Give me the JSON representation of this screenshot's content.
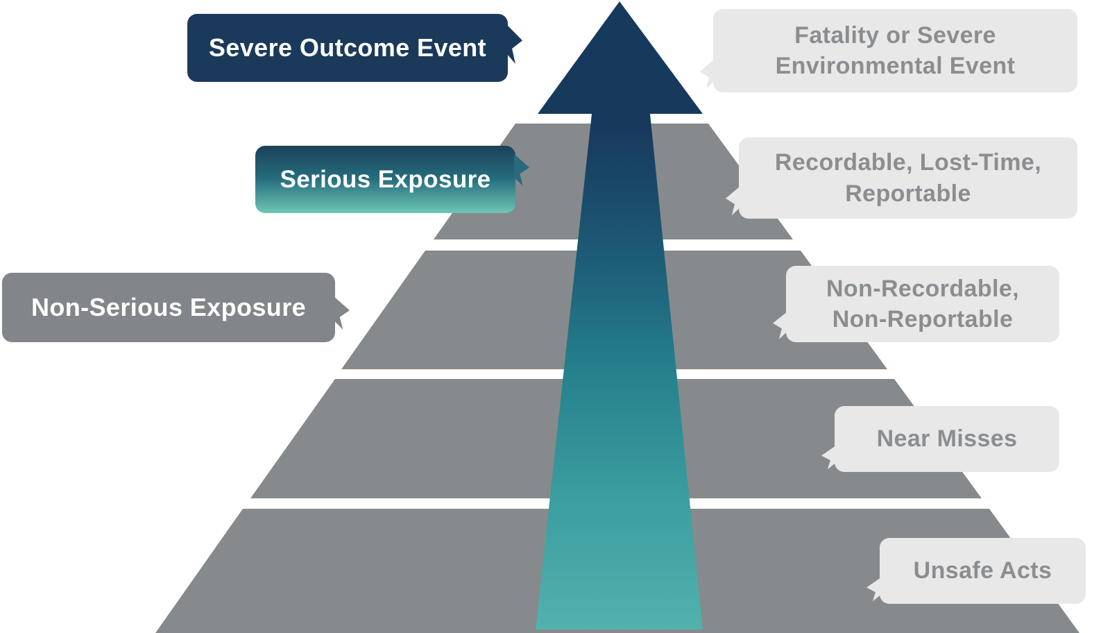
{
  "pyramid": {
    "levels": 5,
    "arrow_direction": "up"
  },
  "left_callouts": [
    {
      "label": "Severe Outcome Event"
    },
    {
      "label": "Serious Exposure"
    },
    {
      "label": "Non-Serious Exposure"
    }
  ],
  "right_callouts": [
    {
      "line1": "Fatality or Severe",
      "line2": "Environmental Event"
    },
    {
      "line1": "Recordable, Lost-Time,",
      "line2": "Reportable"
    },
    {
      "line1": "Non-Recordable,",
      "line2": "Non-Reportable"
    },
    {
      "line1": "Near Misses",
      "line2": ""
    },
    {
      "line1": "Unsafe Acts",
      "line2": ""
    }
  ],
  "colors": {
    "navy": "#1b3a5b",
    "teal_arrow_bottom": "#52b2ae",
    "gradient_mid_teal": "#257f8c",
    "band_gray": "#868a8c",
    "label_gray": "#82868a",
    "callout_bg": "#e8e8e9",
    "callout_text": "#8b8e91",
    "background": "#ffffff"
  }
}
